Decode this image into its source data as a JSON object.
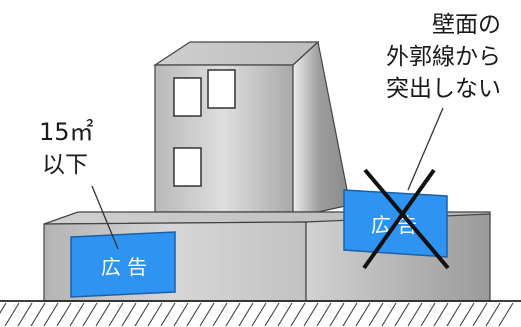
{
  "signs": {
    "allowed_text": "広 告",
    "disallowed_text": "広 告"
  },
  "labels": {
    "size_limit_line1": "15㎡",
    "size_limit_line2": "以下",
    "wall_rule_line1": "壁面の",
    "wall_rule_line2": "外郭線から",
    "wall_rule_line3": "突出しない"
  },
  "colors": {
    "sign_blue": "#2f93f2",
    "sign_border": "#1d5fa8",
    "cross": "#111111"
  }
}
